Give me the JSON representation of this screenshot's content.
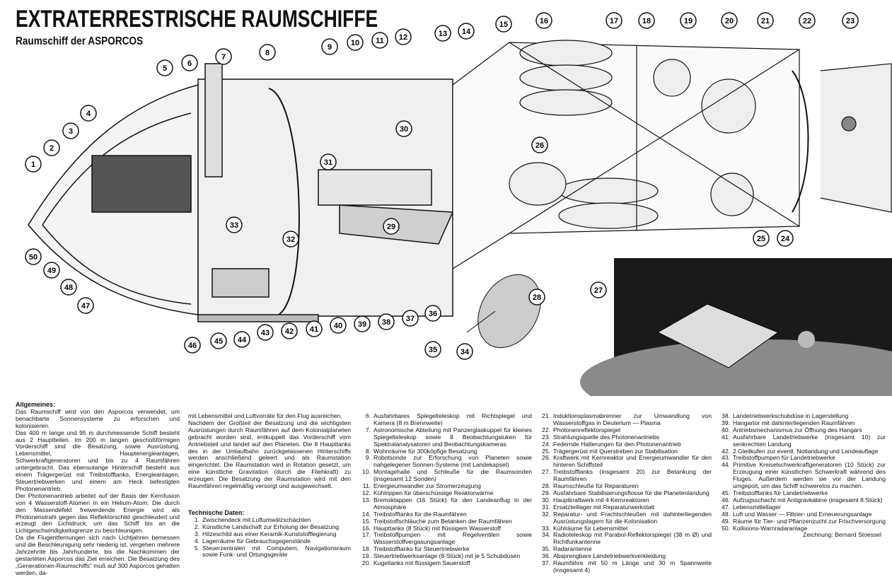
{
  "header": {
    "title": "EXTRATERRESTRISCHE RAUMSCHIFFE",
    "subtitle": "Raumschiff der ASPORCOS"
  },
  "callouts": [
    "1",
    "2",
    "3",
    "4",
    "5",
    "6",
    "7",
    "8",
    "9",
    "10",
    "11",
    "12",
    "13",
    "14",
    "15",
    "16",
    "17",
    "18",
    "19",
    "20",
    "21",
    "22",
    "23",
    "24",
    "25",
    "26",
    "27",
    "28",
    "29",
    "30",
    "31",
    "32",
    "33",
    "34",
    "35",
    "36",
    "37",
    "38",
    "39",
    "40",
    "41",
    "42",
    "43",
    "44",
    "45",
    "46",
    "47",
    "48",
    "49",
    "50"
  ],
  "general": {
    "heading": "Allgemeines:",
    "paragraphs": [
      "Das Raumschiff wird von den Asporcos verwendet, um benachbarte Sonnensysteme zu erforschen und kolonisieren.",
      "Das 400 m lange und 95 m durchmessende Schiff besteht aus 2 Hauptteilen. Im 200 m langen geschoßförmigen Vorderschiff sind die Besatzung, sowie Ausrüstung, Lebensmittel, Hauptenergieanlagen, Schwerkraftgeneratoren und bis zu 4 Raumfähren untergebracht. Das ebensolange Hinterschiff besteht aus einem Trägergerüst mit Treibstofftanks, Energieanlagen, Steuertriebwerken und einem am Heck befestigten Photonenantrieb.",
      "Der Photonenantrieb arbeitet auf der Basis der Kernfusion von 4 Wasserstoff-Atomen in ein Helium-Atom. Die durch den Massendefekt freiwerdende Energie wird als Photonenstrahl gegen das Reflektorschild geschleudert und erzeugt den Lichtdruck, um das Schiff bis an die Lichtgeschwindigkeitsgrenze zu beschleunigen.",
      "Da die Flugentfernungen sich nach Lichtjahren bemessen und die Beschleunigung sehr niederig ist, vergehen mehrere Jahrzehnte bis Jahrhunderte, bis die Nachkommen der gestarteten Asporcos das Ziel erreichen. Die Besatzung des „Generationen-Raumschiffs“ muß auf 300 Asporcos gehalten werden, da-",
      "mit Lebensmittel und Luftvorräte für den Flug ausreichen.",
      "Nachdem der Großteil der Besatzung und die wichtigsten Ausrüstungen durch Raumfähren auf dem Kolonialplaneten gebracht worden sind, entkuppelt das Vorderschiff vom Antriebsteil und landet auf den Planeten. Die 8 Haupttanks des in der Umlaufbahn zurückgelassenen Hinterschiffs werden anschließend geleert und als Raumstation eingerichtet. Die Raumstation wird in Rotation gesetzt, um eine künstliche Gravitation (durch die Fliehkraft) zu erzeugen. Die Besatzung der Raumstation wird mit den Raumfähren regelmäßig versorgt und ausgewechselt."
    ]
  },
  "technical": {
    "heading": "Technische Daten:",
    "items": [
      {
        "n": "1.",
        "t": "Zwischendeck mit Luftumwälzschächten"
      },
      {
        "n": "2.",
        "t": "Künstliche Landschaft zur Erholung der Besatzung"
      },
      {
        "n": "3.",
        "t": "Hitzeschild aus einer Keramik-Kunststofflegierung"
      },
      {
        "n": "4.",
        "t": "Lagerräume für Gebrauchsgegenstände"
      },
      {
        "n": "5.",
        "t": "Steuerzentralen mit Computern, Navigationsraum sowie Funk- und Ortungsgeräte"
      },
      {
        "n": "6.",
        "t": "Ausfahrbares Spiegelteleskop mit Richtspiegel und Kamera (8 m Brennweite)"
      },
      {
        "n": "7.",
        "t": "Astronomische Abteilung mit Panzerglaskuppel für kleines Spiegelteleskop sowie 8 Beobachtungsluken für Spektralanalysatoren und Beobachtungskameras"
      },
      {
        "n": "8.",
        "t": "Wohnräume für 300köpfige Besatzung"
      },
      {
        "n": "9.",
        "t": "Robotsonde zur Erforschung von Planeten sowie nahgelegener Sonnen-Systeme (mit Landekapsel)"
      },
      {
        "n": "10.",
        "t": "Montagehalle und Schleuße für die Raumsonden (insgesamt 12 Sonden)"
      },
      {
        "n": "11.",
        "t": "Energieumwandler zur Stromerzeugung"
      },
      {
        "n": "12.",
        "t": "Kühlrippen für überschüssige Reaktorwärme"
      },
      {
        "n": "13.",
        "t": "Bremsklappen (16 Stück) für den Landeanflug in der Atmosphäre"
      },
      {
        "n": "14.",
        "t": "Treibstofftanks für die Raumfähren"
      },
      {
        "n": "15.",
        "t": "Treibstoffschläuche zum Betanken der Raumfähren"
      },
      {
        "n": "16.",
        "t": "Haupttanks (8 Stück) mit flüssigem Wasserstoff"
      },
      {
        "n": "17.",
        "t": "Treibstoffpumpen mit Regelventilen sowie Wasserstoffvergasungsanlage"
      },
      {
        "n": "18.",
        "t": "Treibstofftanks für Steuertriebwerke"
      },
      {
        "n": "19.",
        "t": "Steuertriebwerksanlage (8 Stück) mit je 5 Schubdüsen"
      },
      {
        "n": "20.",
        "t": "Kugeltanks mit flüssigem Sauerstoff"
      },
      {
        "n": "21.",
        "t": "Induktionsplasmabrenner zur Umwandlung von Wasserstoffgas in Deuterium — Plasma"
      },
      {
        "n": "22.",
        "t": "Photonenreflektorspiegel"
      },
      {
        "n": "23.",
        "t": "Strahlungsquelle des Photonenantriebs"
      },
      {
        "n": "24.",
        "t": "Federnde Halterungen für den Photonenantrieb"
      },
      {
        "n": "25.",
        "t": "Trägergerüst mit Querstreben zur Stabilisation"
      },
      {
        "n": "26.",
        "t": "Kraftwerk mit Kernreaktor und Energieumwandler für den hinteren Schiffsteil"
      },
      {
        "n": "27.",
        "t": "Treibstofftanks (insgesamt 20) zur Betankung der Raumfähren"
      },
      {
        "n": "28.",
        "t": "Raumschleuße für Reparaturen"
      },
      {
        "n": "29.",
        "t": "Ausfahrbare Stabilisierungsflosse für die Planetenlandung"
      },
      {
        "n": "30.",
        "t": "Hauptkraftwerk mit 4 Kernreaktoren"
      },
      {
        "n": "31.",
        "t": "Ersatzteillager mit Reparaturwerkstatt"
      },
      {
        "n": "32.",
        "t": "Reparatur- und Frachtschleußen mit dahinterliegenden Ausrüstungslagern für die Kolonisation"
      },
      {
        "n": "33.",
        "t": "Kühlräume für Lebensmittel"
      },
      {
        "n": "34.",
        "t": "Radioteleskop mit Parabol-Reflektorspiegel (38 m Ø) und Richtfunkantenne"
      },
      {
        "n": "35.",
        "t": "Radarantenne"
      },
      {
        "n": "36.",
        "t": "Absprengbare Landetriebwerkverkleidung"
      },
      {
        "n": "37.",
        "t": "Raumfähre mit 50 m Länge und 30 m Spannweite (insgesamt 4)"
      },
      {
        "n": "38.",
        "t": "Landetriebwerkschubdüse in Lagerstellung"
      },
      {
        "n": "39.",
        "t": "Hangartor mit dahinterliegenden Raumfähren"
      },
      {
        "n": "40.",
        "t": "Antriebsmechanismus zur Öffnung des Hangars"
      },
      {
        "n": "41.",
        "t": "Ausfahrbare Landetriebwerke (insgesamt 10) zur senkrechten Landung"
      },
      {
        "n": "42.",
        "t": "2 Gleitkufen zur eventl. Notlandung und Landeauflage"
      },
      {
        "n": "43.",
        "t": "Treibstoffpumpen für Landetriebwerke"
      },
      {
        "n": "44.",
        "t": "Primitive Kreiselschwerkraftgeneratoren (10 Stück) zur Erzeugung einer künstlichen Schwerkraft während des Fluges. Außerdem werden sie vor der Landung umgepolt, um das Schiff schwerelos zu machen."
      },
      {
        "n": "45.",
        "t": "Treibstofftanks für Landetriebwerke"
      },
      {
        "n": "46.",
        "t": "Aufzugsschacht mit Antigravkabine (insgesamt 8 Stück)"
      },
      {
        "n": "47.",
        "t": "Lebensmittellager"
      },
      {
        "n": "48.",
        "t": "Luft und Wasser — Filtrier- und Erneuerungsanlage"
      },
      {
        "n": "49.",
        "t": "Räume für Tier- und Pflanzenzucht zur Frischversorgung"
      },
      {
        "n": "50.",
        "t": "Kollisions-Warnradaranlage"
      }
    ]
  },
  "credit": "Zeichnung: Bernard Stoessel"
}
